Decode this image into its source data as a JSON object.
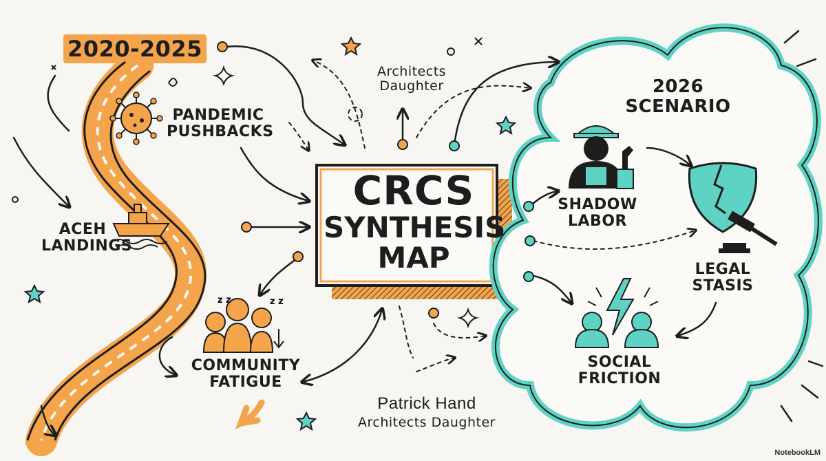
{
  "timeline": {
    "label": "2020-2025"
  },
  "center": {
    "line1": "CRCS",
    "line2": "SYNTHESIS",
    "line3": "MAP"
  },
  "nodes": {
    "pandemic": {
      "line1": "PANDEMIC",
      "line2": "PUSHBACKS"
    },
    "aceh": {
      "line1": "ACEH",
      "line2": "LANDINGS"
    },
    "fatigue": {
      "line1": "COMMUNITY",
      "line2": "FATIGUE"
    },
    "architects_top": {
      "line1": "Architects",
      "line2": "Daughter"
    },
    "fonts_bottom": {
      "line1": "Patrick Hand",
      "line2": "Architects Daughter"
    }
  },
  "scenario": {
    "title_line1": "2026",
    "title_line2": "SCENARIO",
    "shadow": {
      "line1": "SHADOW",
      "line2": "LABOR"
    },
    "legal": {
      "line1": "LEGAL",
      "line2": "STASIS"
    },
    "social": {
      "line1": "SOCIAL",
      "line2": "FRICTION"
    }
  },
  "watermark": "NotebookLM",
  "colors": {
    "orange": "#f4a44a",
    "teal": "#5fd3c3",
    "ink": "#1d1d1d",
    "paper": "#f7f6f2"
  }
}
